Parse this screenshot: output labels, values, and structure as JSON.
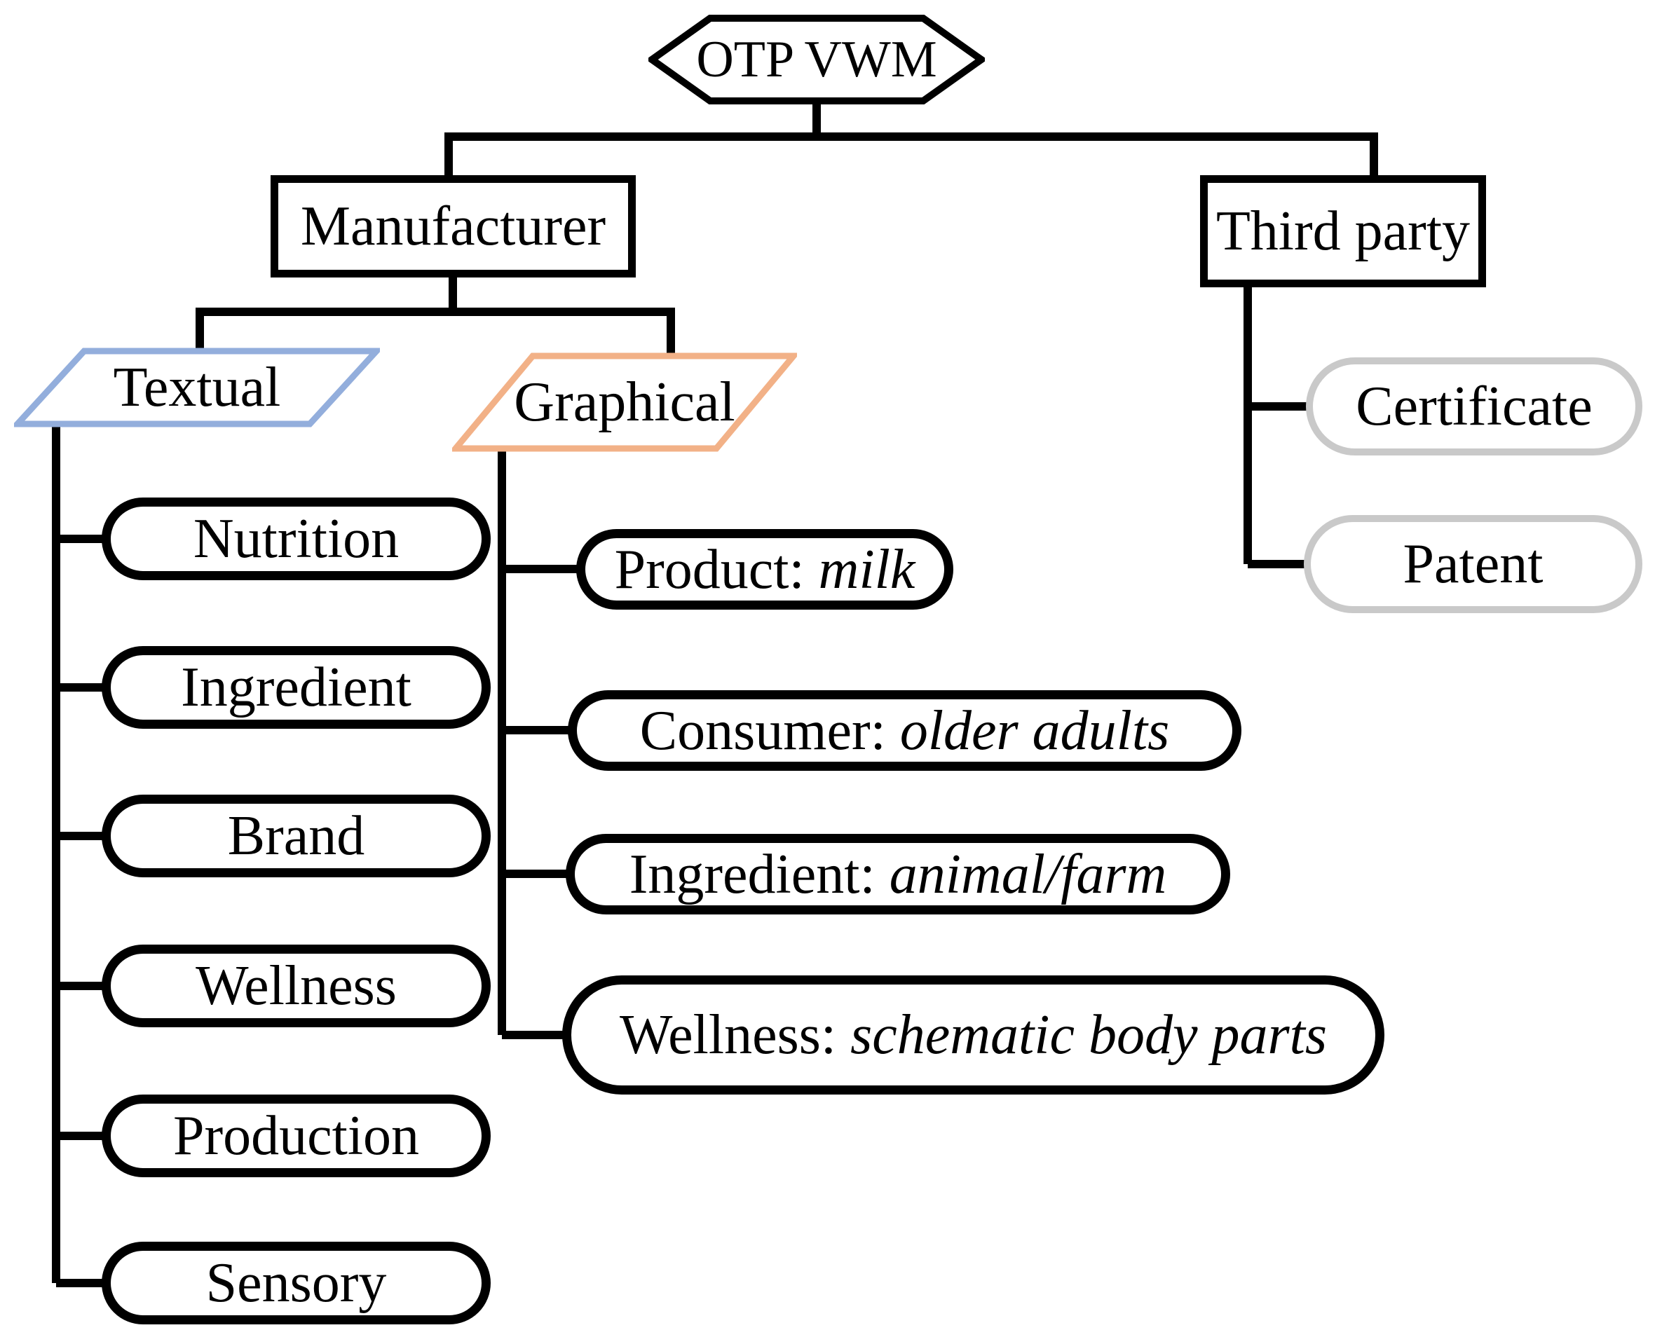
{
  "diagram": {
    "root": {
      "label": "OTP VWM"
    },
    "branches": {
      "manufacturer": {
        "label": "Manufacturer"
      },
      "third_party": {
        "label": "Third party"
      }
    },
    "categories": {
      "textual": {
        "label": "Textual"
      },
      "graphical": {
        "label": "Graphical"
      }
    },
    "textual_children": [
      {
        "label": "Nutrition"
      },
      {
        "label": "Ingredient"
      },
      {
        "label": "Brand"
      },
      {
        "label": "Wellness"
      },
      {
        "label": "Production"
      },
      {
        "label": "Sensory"
      }
    ],
    "graphical_children": [
      {
        "prefix": "Product: ",
        "detail": "milk"
      },
      {
        "prefix": "Consumer: ",
        "detail": "older adults"
      },
      {
        "prefix": "Ingredient: ",
        "detail": "animal/farm"
      },
      {
        "prefix": "Wellness: ",
        "detail": "schematic body parts"
      }
    ],
    "third_party_children": [
      {
        "label": "Certificate"
      },
      {
        "label": "Patent"
      }
    ],
    "colors": {
      "textual_border": "#93aedc",
      "graphical_border": "#f2b187",
      "third_party_child_border": "#c9c9c9",
      "line": "#000000"
    }
  }
}
